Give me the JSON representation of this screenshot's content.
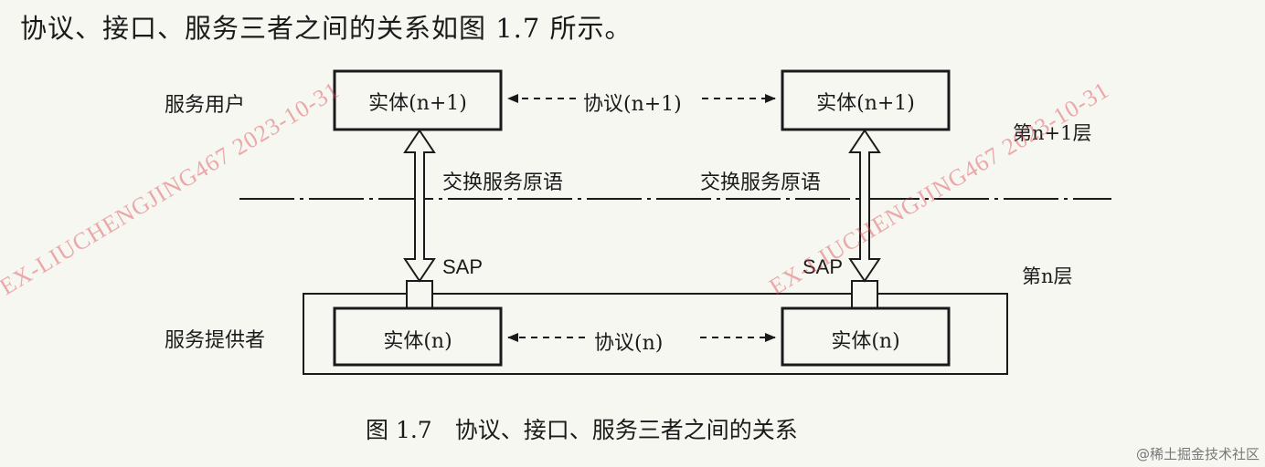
{
  "intro_text": "协议、接口、服务三者之间的关系如图 1.7 所示。",
  "labels": {
    "service_user": "服务用户",
    "service_provider": "服务提供者",
    "layer_n1": "第n+1层",
    "layer_n": "第n层",
    "primitive_left": "交换服务原语",
    "primitive_right": "交换服务原语",
    "sap_left": "SAP",
    "sap_right": "SAP"
  },
  "boxes": {
    "entity_n1_left": "实体(n+1)",
    "entity_n1_right": "实体(n+1)",
    "entity_n_left": "实体(n)",
    "entity_n_right": "实体(n)"
  },
  "protocols": {
    "upper": "协议(n+1)",
    "lower": "协议(n)"
  },
  "caption": "图 1.7　协议、接口、服务三者之间的关系",
  "watermark": {
    "left": "EX-LIUCHENGJING467 2023-10-31",
    "right": "EX-LIUCHENGJING467 2023-10-31"
  },
  "credit": "@稀土掘金技术社区"
}
